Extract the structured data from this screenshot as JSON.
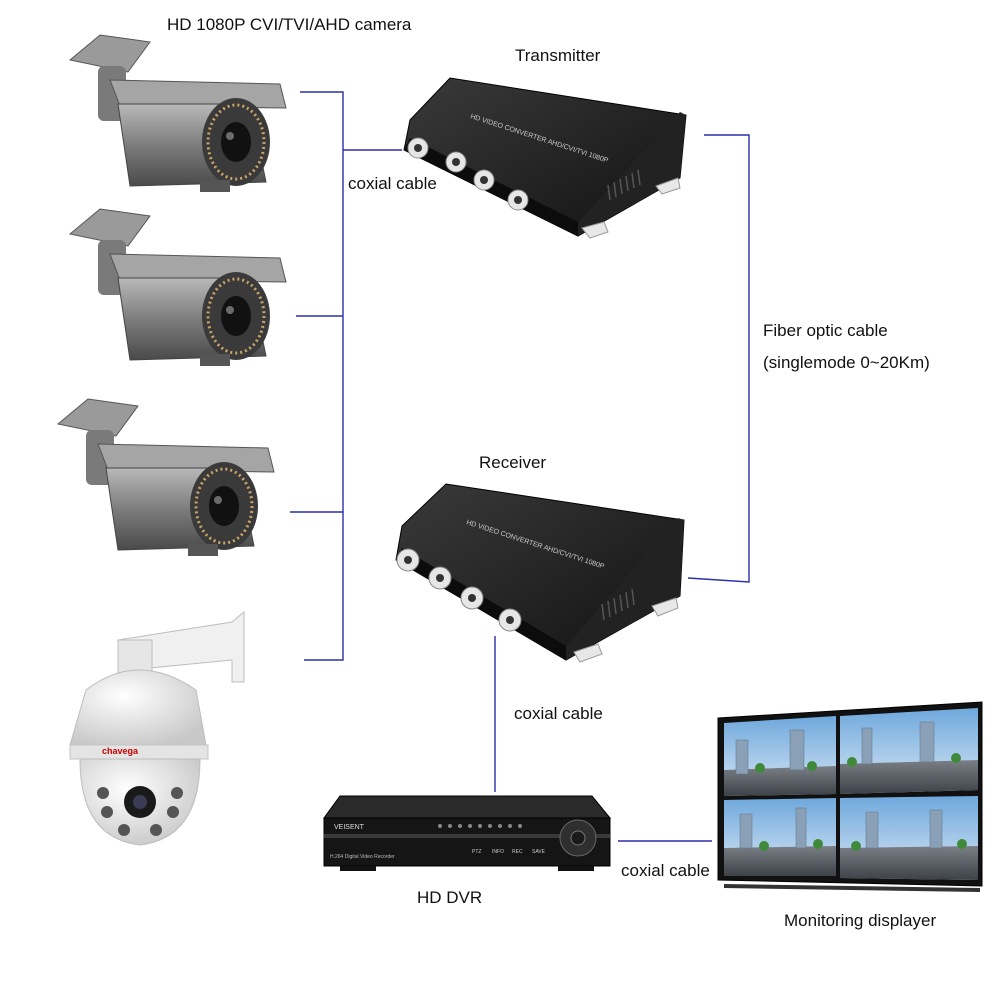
{
  "labels": {
    "camera_title": "HD 1080P CVI/TVI/AHD camera",
    "transmitter": "Transmitter",
    "receiver": "Receiver",
    "coax_top": "coxial cable",
    "coax_mid": "coxial cable",
    "coax_bottom": "coxial cable",
    "fiber_line1": "Fiber optic  cable",
    "fiber_line2": "(singlemode 0~20Km)",
    "dvr": "HD DVR",
    "monitor": "Monitoring displayer"
  },
  "device_text": {
    "transmitter_print": "HD VIDEO CONVERTER AHD/CVI/TVI 1080P",
    "receiver_print": "HD VIDEO CONVERTER AHD/CVI/TVI 1080P",
    "dvr_brand": "VEISENT",
    "dvr_model": "H.264 Digital Video Recorder",
    "dvr_buttons": [
      "PTZ",
      "INFO",
      "REC",
      "SAVE"
    ],
    "speed_dome_brand": "chavega"
  },
  "colors": {
    "cable": "#2b2fa8",
    "device_body": "#1c1c1c",
    "camera_body": "#8a8a8a"
  }
}
